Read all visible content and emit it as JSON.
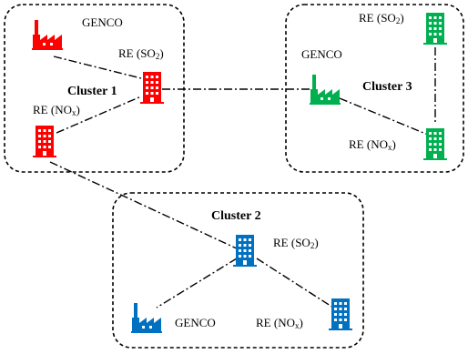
{
  "clusters": {
    "c1": {
      "title": "Cluster 1",
      "color": "#ff0000",
      "genco": "GENCO",
      "re_so2": "RE (SO",
      "re_nox": "RE (NO",
      "so2_sub": "2",
      "nox_sub": "x"
    },
    "c2": {
      "title": "Cluster 2",
      "color": "#0070c0",
      "genco": "GENCO",
      "re_so2": "RE (SO",
      "re_nox": "RE (NO",
      "so2_sub": "2",
      "nox_sub": "x"
    },
    "c3": {
      "title": "Cluster 3",
      "color": "#00b050",
      "genco": "GENCO",
      "re_so2": "RE (SO",
      "re_nox": "RE (NO",
      "so2_sub": "2",
      "nox_sub": "x"
    }
  },
  "paren": ")",
  "icons": {
    "factory": "factory-icon",
    "building": "building-icon"
  }
}
